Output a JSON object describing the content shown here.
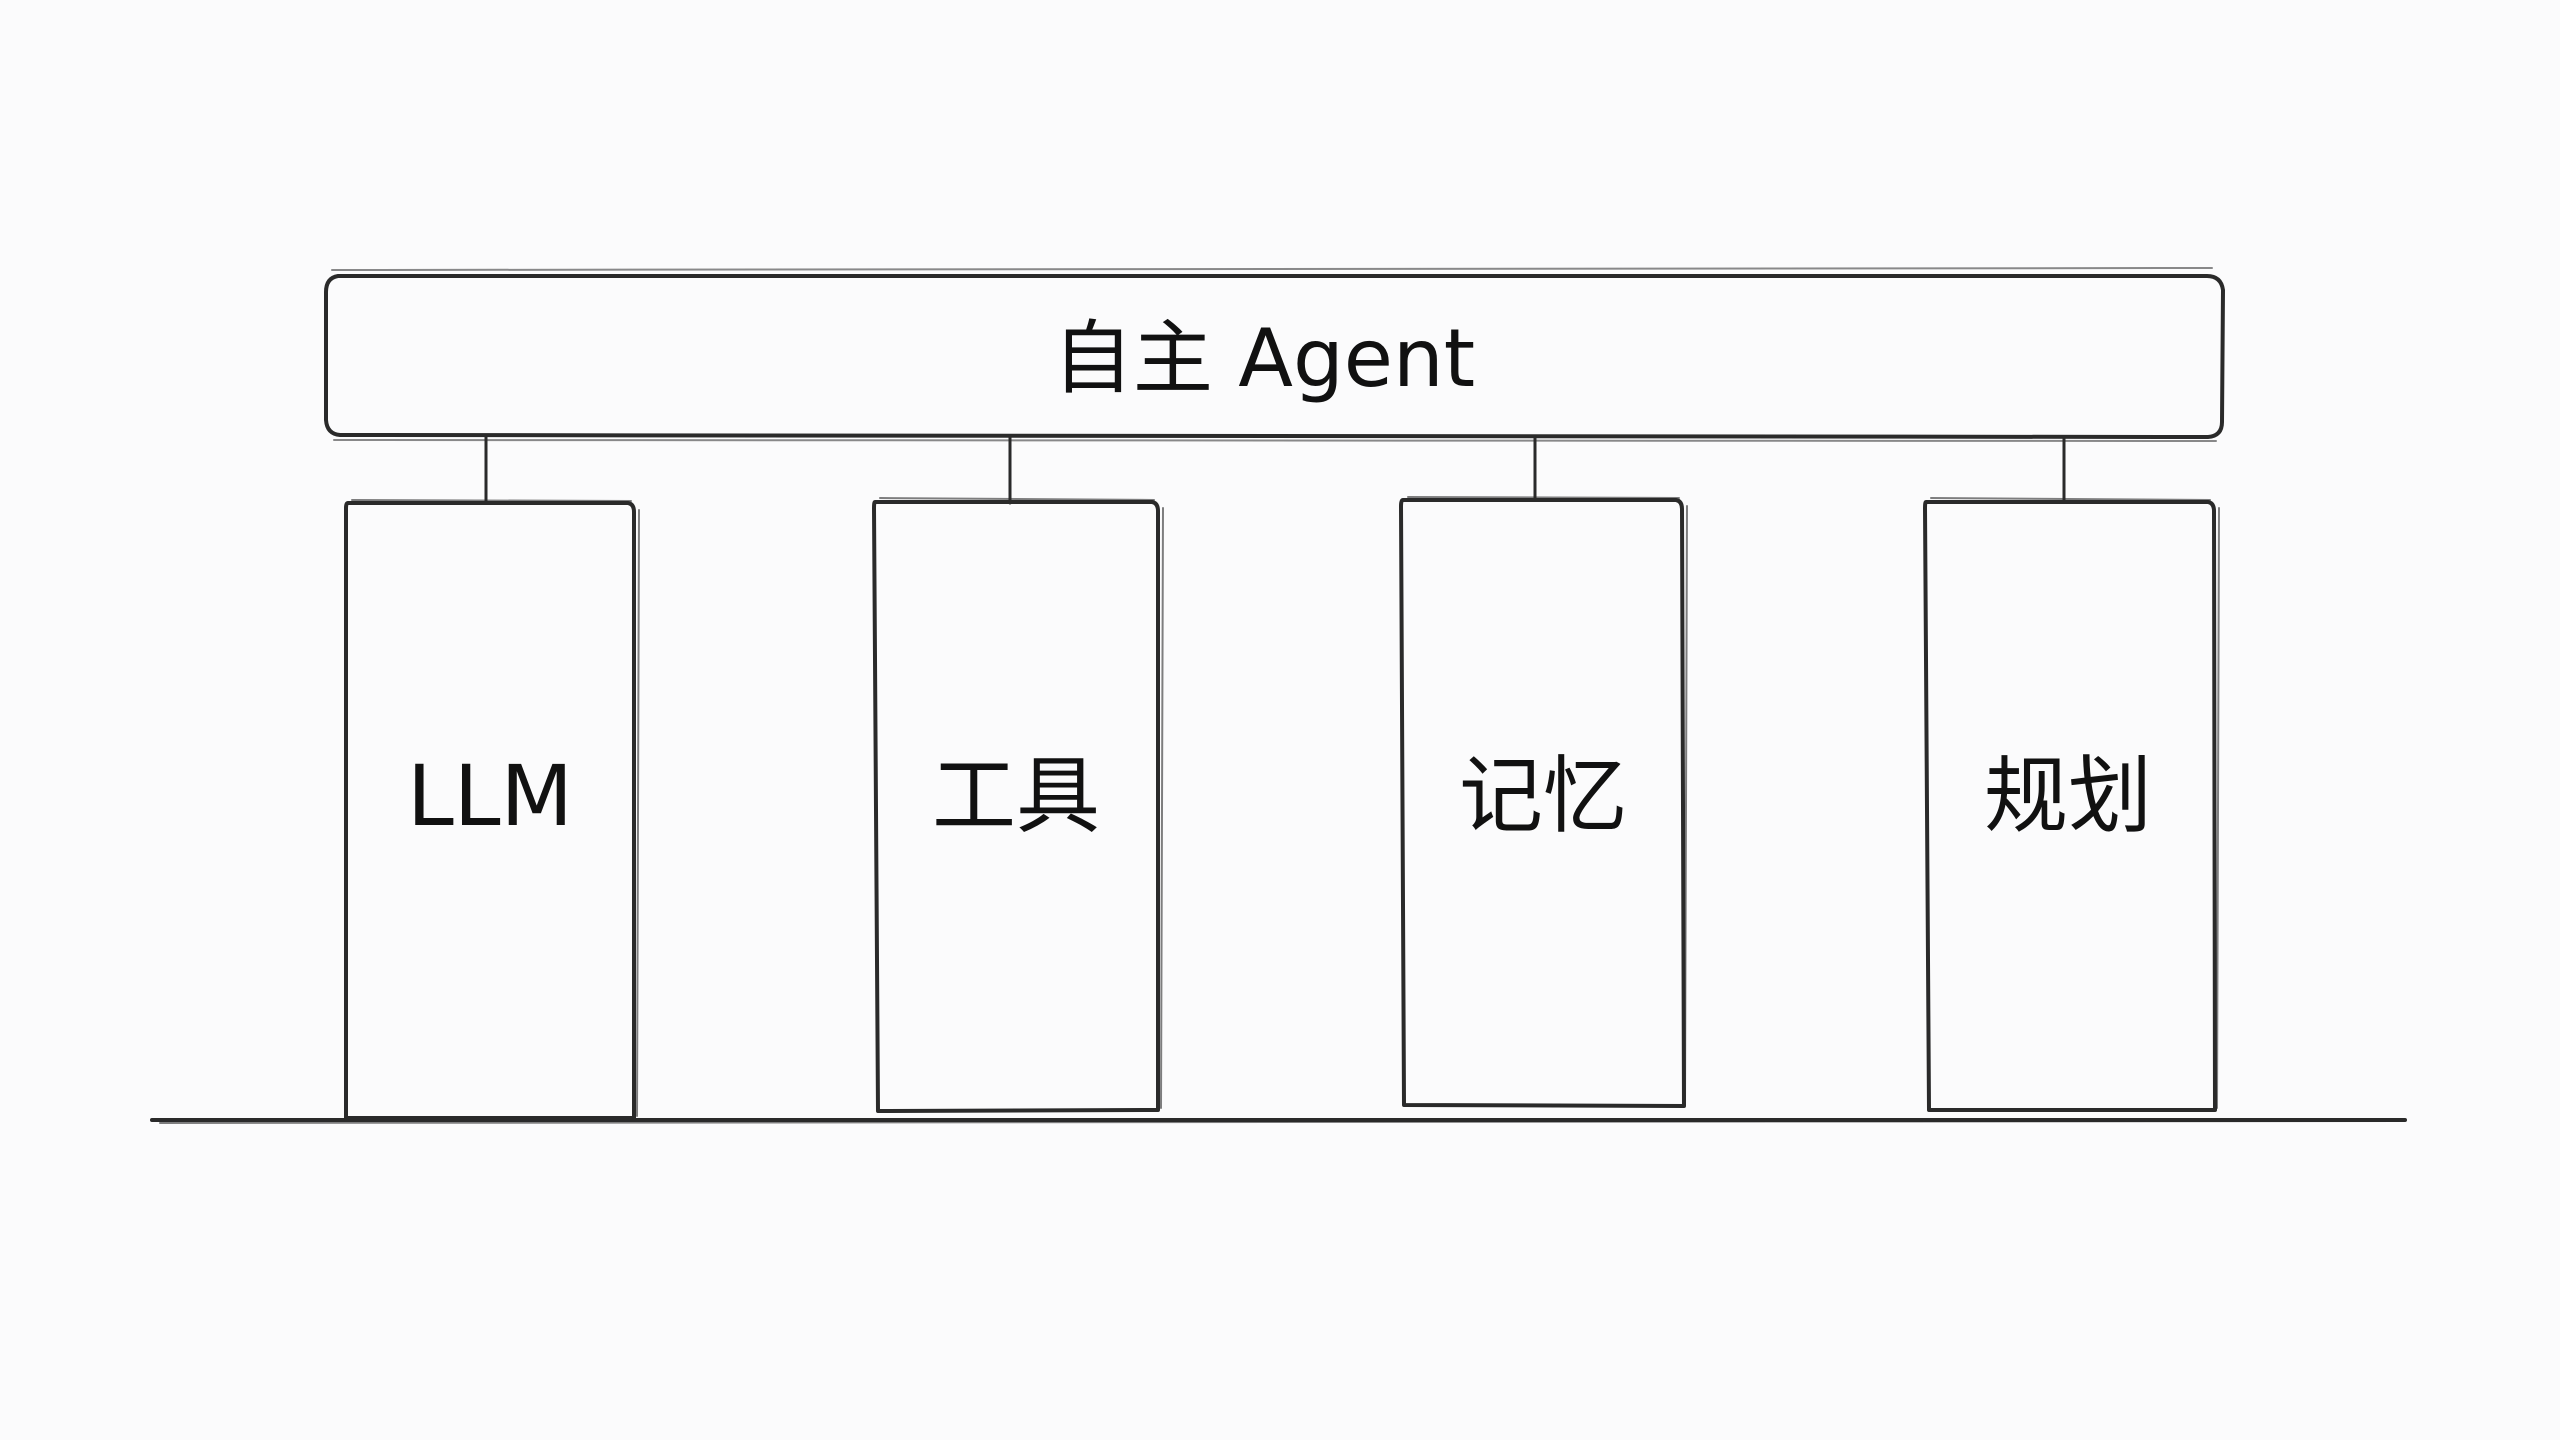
{
  "diagram": {
    "title": "自主 Agent",
    "pillars": [
      {
        "label": "LLM",
        "color": "#fbe3f6"
      },
      {
        "label": "工具",
        "color": "#f8f6c4"
      },
      {
        "label": "记忆",
        "color": "#fbe3f6"
      },
      {
        "label": "规划",
        "color": "#f8f6c4"
      }
    ],
    "colors": {
      "beam": "#cfe3f8",
      "outline": "#2a2a2a",
      "background": "#fbfbfc"
    }
  }
}
